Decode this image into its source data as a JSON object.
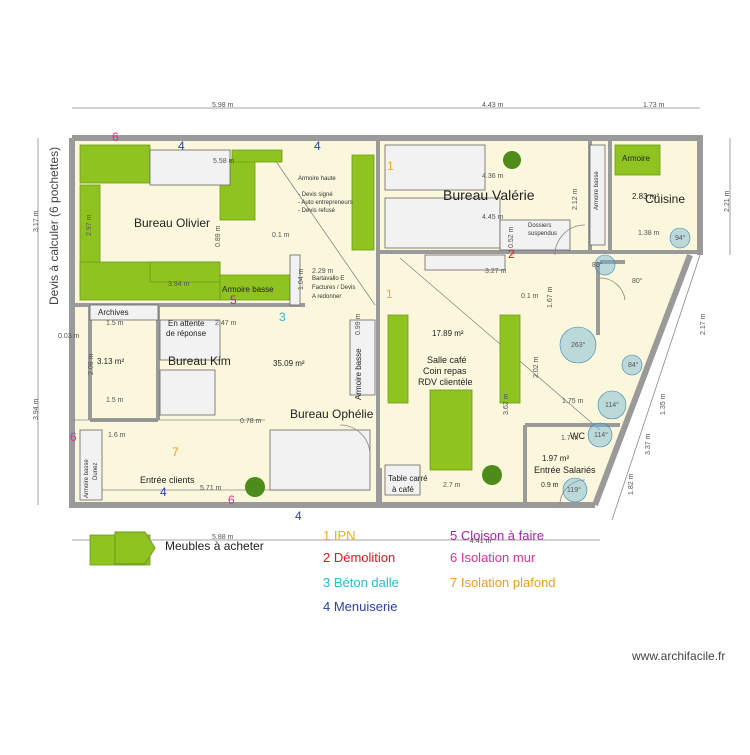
{
  "colors": {
    "wall": "#9a9a9a",
    "floor": "#fbf7dc",
    "furniture": "#8fc31f",
    "ipn": "#f0b400",
    "demolition": "#e8141b",
    "beton": "#27bcd1",
    "menuiserie": "#2b3fb0",
    "cloison": "#b020b0",
    "isolation_mur": "#e0309a",
    "isolation_plafond": "#f29a1c"
  },
  "rooms": {
    "bureau_olivier": "Bureau Olivier",
    "bureau_valerie": "Bureau Valérie",
    "cuisine": "Cuisine",
    "bureau_kim": "Bureau Kim",
    "bureau_ophelie": "Bureau Ophélie",
    "salle_cafe": "Salle café",
    "coin_repas": "Coin repas",
    "rdv_clientele": "RDV clientèle",
    "entree_clients": "Entrée clients",
    "entree_salaries": "Entrée Salariés",
    "archives": "Archives",
    "wc": "WC"
  },
  "labels": {
    "devis_a_calculer": "Devis à calculer (6 pochettes)",
    "armoire_haute": "Armoire haute",
    "devis_signe": "- Devis signé",
    "auto_entrepreneurs": "- Auto entrepreneurs",
    "devis_refuse": "- Devis refusé",
    "armoire_basse_olivier": "Armoire basse",
    "bartavallo_1": "Bartavallo E",
    "bartavallo_2": "Factures / Devis",
    "bartavallo_3": "A redonner",
    "en_attente_1": "En attente",
    "en_attente_2": "de réponse",
    "armoire_basse_vert": "Armoire basse",
    "armoire_basse_valerie": "Armoire basse",
    "armoire_cuisine": "Armoire",
    "dossiers_1": "Dossiers",
    "dossiers_2": "suspendus",
    "table_carree_1": "Table carré",
    "table_carree_2": "à café",
    "armoire_dunez_1": "Armoire basse",
    "armoire_dunez_2": "Dunez",
    "meubles_a_acheter": "Meubles à acheter",
    "watermark": "www.archifacile.fr"
  },
  "areas": {
    "ophelie": "35.09 m²",
    "salle_cafe": "17.89 m²",
    "cuisine": "2.83 m²",
    "archives": "3.13 m²",
    "entree_salaries": "1.97 m²"
  },
  "dimensions": {
    "top_598": "5.98 m",
    "top_443": "4.43 m",
    "top_173": "1.73 m",
    "left_317": "3.17 m",
    "left_394": "3.94 m",
    "right_221": "2.21 m",
    "olivier_558": "5.58 m",
    "olivier_297": "2.97 m",
    "olivier_394": "3.94 m",
    "olivier_089": "0.89 m",
    "olivier_01": "0.1 m",
    "valerie_436": "4.36 m",
    "valerie_445": "4.45 m",
    "valerie_212": "2.12 m",
    "valerie_052": "0.52 m",
    "cuisine_138": "1.38 m",
    "cafe_327": "3.27 m",
    "cafe_01": "0.1 m",
    "cafe_362": "3.62 m",
    "cafe_27": "2.7 m",
    "cafe_09": "0.9 m",
    "kim_15a": "1.5 m",
    "kim_15b": "1.5 m",
    "kim_16": "1.6 m",
    "kim_247": "2.47 m",
    "kim_209": "2.09 m",
    "kim_003": "0.03 m",
    "oph_571": "5.71 m",
    "oph_078": "0.78 m",
    "oph_099": "0.99 m",
    "oph_229": "2.29 m",
    "oph_104": "1.04 m",
    "bot_588": "5.88 m",
    "bot_441": "4.41 m",
    "sal_167": "1.67 m",
    "sal_202": "2.02 m",
    "sal_175": "1.75 m",
    "sal_17": "1.7 m",
    "sal_09": "0.9 m",
    "diag_217": "2.17 m",
    "diag_135": "1.35 m",
    "diag_337": "3.37 m",
    "diag_182": "1.82 m",
    "ang_80a": "80°",
    "ang_263": "263°",
    "ang_84": "84°",
    "ang_114a": "114°",
    "ang_114b": "114°",
    "ang_119": "119°",
    "ang_90": "94°",
    "ang_80b": "80°"
  },
  "markers": [
    {
      "id": "6a",
      "text": "6",
      "color": "isolation_mur"
    },
    {
      "id": "4a",
      "text": "4",
      "color": "menuiserie"
    },
    {
      "id": "4b",
      "text": "4",
      "color": "menuiserie"
    },
    {
      "id": "1a",
      "text": "1",
      "color": "ipn"
    },
    {
      "id": "2a",
      "text": "2",
      "color": "demolition"
    },
    {
      "id": "5a",
      "text": "5",
      "color": "cloison"
    },
    {
      "id": "3a",
      "text": "3",
      "color": "beton"
    },
    {
      "id": "1b",
      "text": "1",
      "color": "ipn"
    },
    {
      "id": "6b",
      "text": "6",
      "color": "isolation_mur"
    },
    {
      "id": "7a",
      "text": "7",
      "color": "isolation_plafond"
    },
    {
      "id": "4c",
      "text": "4",
      "color": "menuiserie"
    },
    {
      "id": "6c",
      "text": "6",
      "color": "isolation_mur"
    },
    {
      "id": "4d",
      "text": "4",
      "color": "menuiserie"
    }
  ],
  "legend": [
    {
      "text": "1 IPN",
      "color": "ipn"
    },
    {
      "text": "2 Démolition",
      "color": "demolition"
    },
    {
      "text": "3 Béton dalle",
      "color": "beton"
    },
    {
      "text": "4 Menuiserie",
      "color": "menuiserie"
    },
    {
      "text": "5 Cloison à faire",
      "color": "cloison"
    },
    {
      "text": "6 Isolation mur",
      "color": "isolation_mur"
    },
    {
      "text": "7 Isolation plafond",
      "color": "isolation_plafond"
    }
  ]
}
